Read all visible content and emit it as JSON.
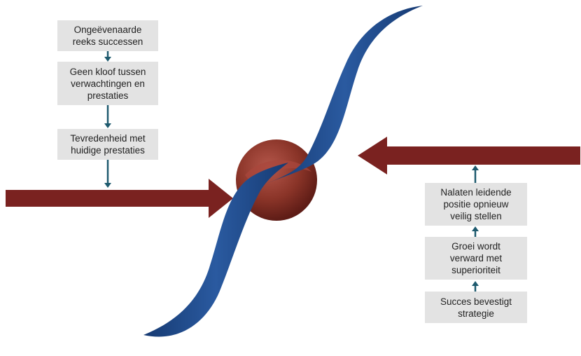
{
  "diagram": {
    "left_steps": [
      {
        "text": "Ongeëvenaarde\nreeks successen"
      },
      {
        "text": "Geen kloof tussen\nverwachtingen en\nprestaties"
      },
      {
        "text": "Tevredenheid met\nhuidige prestaties"
      }
    ],
    "right_steps": [
      {
        "text": "Nalaten leidende\npositie opnieuw\nveilig stellen"
      },
      {
        "text": "Groei wordt\nverward met\nsuperioriteit"
      },
      {
        "text": "Succes bevestigt\nstrategie"
      }
    ],
    "colors": {
      "curve": "#1f4e8c",
      "big_arrow": "#7a2220",
      "sphere": "#8a3428",
      "connector": "#1e5a6e",
      "box": "#e3e3e3"
    }
  }
}
